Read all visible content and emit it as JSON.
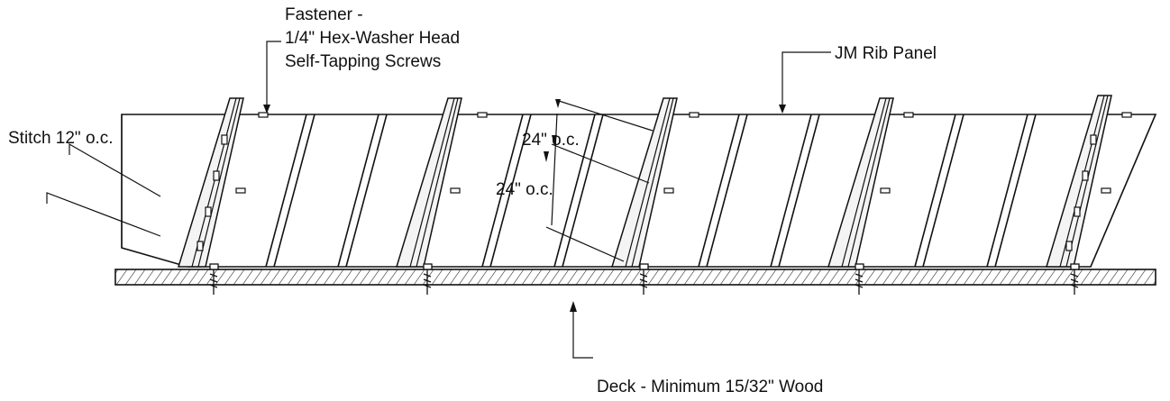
{
  "labels": {
    "fastener_line1": "Fastener -",
    "fastener_line2": "1/4\" Hex-Washer Head",
    "fastener_line3": "Self-Tapping Screws",
    "panel": "JM Rib Panel",
    "stitch": "Stitch 12\" o.c.",
    "spacing_top": "24\" o.c.",
    "spacing_bottom": "24\" o.c.",
    "deck": "Deck - Minimum 15/32\" Wood"
  },
  "colors": {
    "ink": "#111111",
    "background": "#ffffff",
    "hatch": "#222222"
  }
}
